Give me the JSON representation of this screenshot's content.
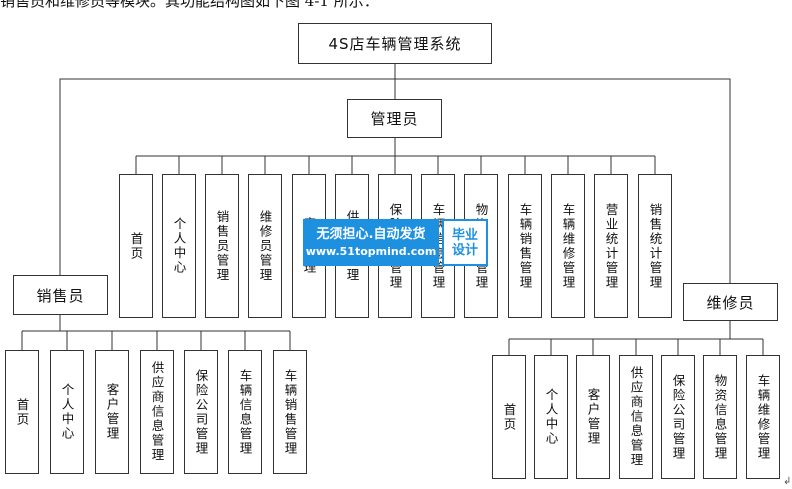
{
  "intro_text": "销售员和维修员等模块。其功能结构图如下图 4-1 所示：",
  "root": "4S店车辆管理系统",
  "admin": {
    "label": "管理员",
    "items": [
      "首页",
      "个人中心",
      "销售员管理",
      "维修员管理",
      "客户管理",
      "供应商管理",
      "保险公司管理",
      "车辆信息管理",
      "物资信息管理",
      "车辆销售管理",
      "车辆维修管理",
      "营业统计管理",
      "销售统计管理"
    ]
  },
  "sales": {
    "label": "销售员",
    "items": [
      "首页",
      "个人中心",
      "客户管理",
      "供应商信息管理",
      "保险公司管理",
      "车辆信息管理",
      "车辆销售管理"
    ]
  },
  "repair": {
    "label": "维修员",
    "items": [
      "首页",
      "个人中心",
      "客户管理",
      "供应商信息管理",
      "保险公司管理",
      "物资信息管理",
      "车辆维修管理"
    ]
  },
  "watermark": {
    "line1": "无须担心.自动发货",
    "line2": "www.51topmind.com",
    "badge": "毕业设计"
  },
  "corner_mark": "↲"
}
